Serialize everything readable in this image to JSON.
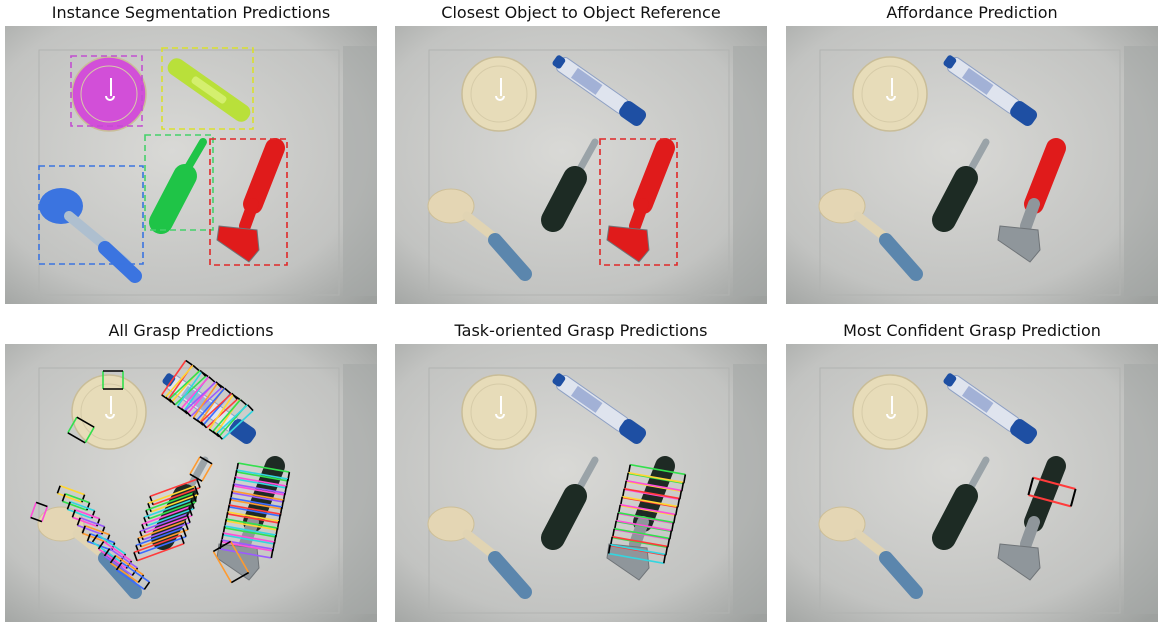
{
  "panels": [
    {
      "title": "Instance Segmentation Predictions",
      "mode": "segmentation"
    },
    {
      "title": "Closest Object to Object Reference",
      "mode": "closest"
    },
    {
      "title": "Affordance Prediction",
      "mode": "affordance"
    },
    {
      "title": "All Grasp Predictions",
      "mode": "all-grasps"
    },
    {
      "title": "Task-oriented Grasp Predictions",
      "mode": "task-grasps"
    },
    {
      "title": "Most Confident Grasp Prediction",
      "mode": "best-grasp"
    }
  ],
  "colors": {
    "bowl": "#e7dcb9",
    "marker_body": "#dfe4ee",
    "marker_cap": "#1e4fa3",
    "spoon_head": "#e4d6b4",
    "spoon_handle": "#5b86ad",
    "screwdriver_handle": "#1d2b24",
    "screwdriver_shaft": "#9aa3a8",
    "hammer_handle": "#1e2a24",
    "hammer_head": "#8f969b",
    "mask_bowl": "#d24fd8",
    "mask_marker": "#b9e03a",
    "mask_spoon": "#3b74e0",
    "mask_screwdriver": "#1fc447",
    "mask_hammer": "#e01b1b"
  }
}
